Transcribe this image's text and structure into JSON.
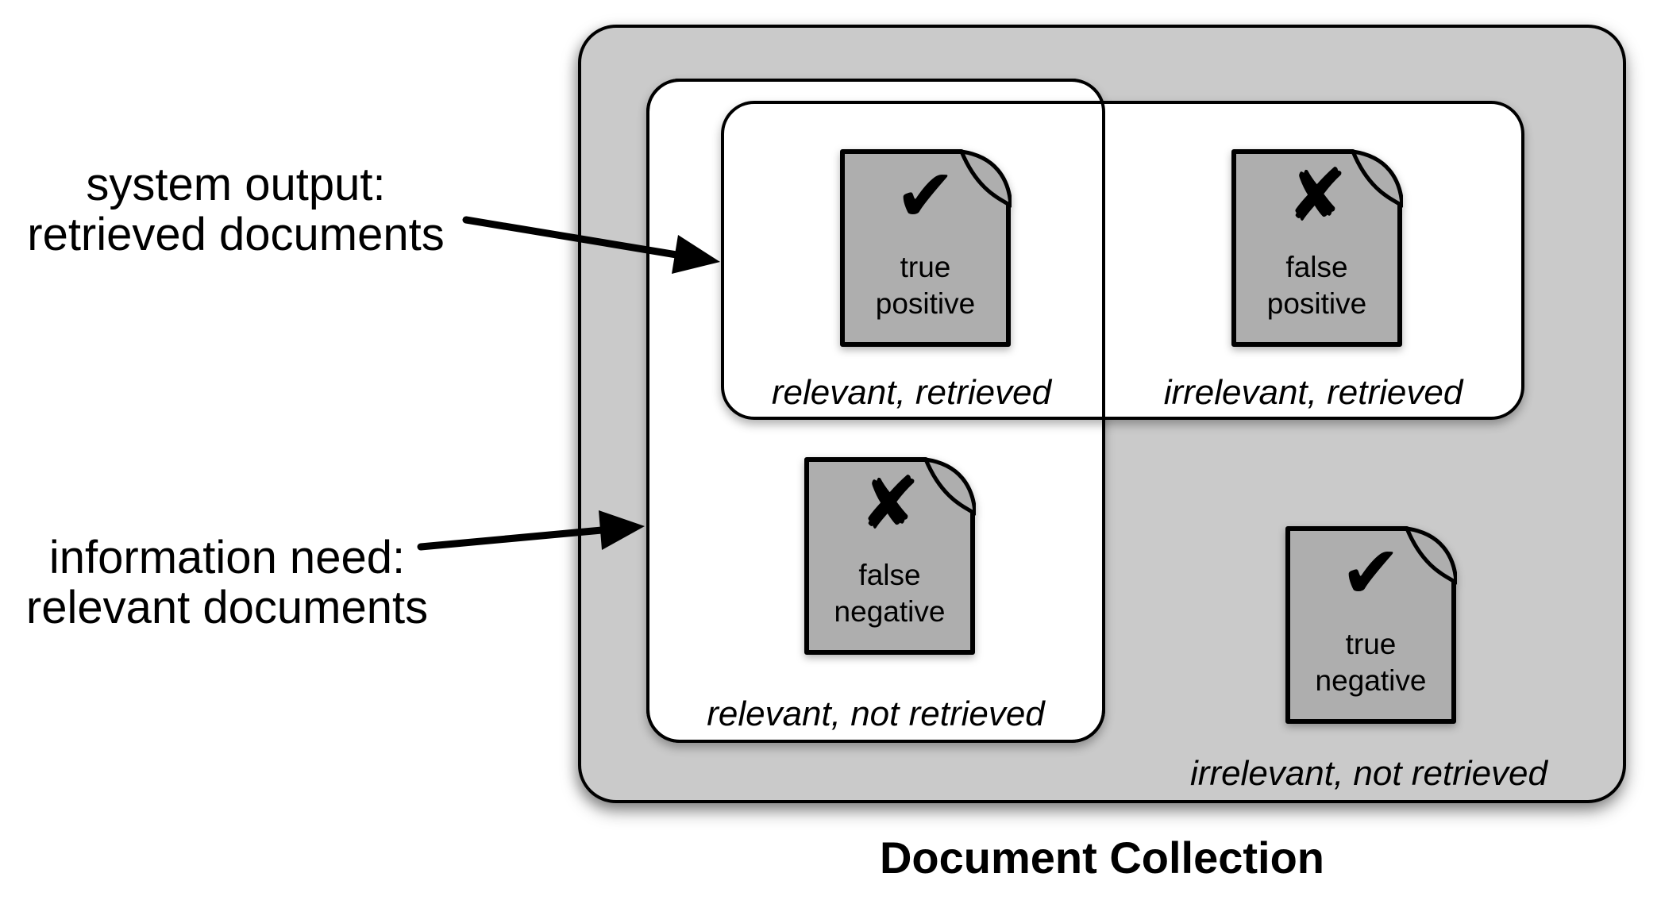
{
  "title": "Document Collection",
  "annotations": {
    "system_output": {
      "line1": "system output:",
      "line2": "retrieved documents"
    },
    "information_need": {
      "line1": "information need:",
      "line2": "relevant documents"
    }
  },
  "regions": {
    "relevant_retrieved": "relevant, retrieved",
    "irrelevant_retrieved": "irrelevant, retrieved",
    "relevant_not_retrieved": "relevant, not retrieved",
    "irrelevant_not_retrieved": "irrelevant, not retrieved"
  },
  "documents": [
    {
      "id": "true-positive",
      "mark": "check",
      "glyph": "✔",
      "line1": "true",
      "line2": "positive"
    },
    {
      "id": "false-positive",
      "mark": "cross",
      "glyph": "✘",
      "line1": "false",
      "line2": "positive"
    },
    {
      "id": "false-negative",
      "mark": "cross",
      "glyph": "✘",
      "line1": "false",
      "line2": "negative"
    },
    {
      "id": "true-negative",
      "mark": "check",
      "glyph": "✔",
      "line1": "true",
      "line2": "negative"
    }
  ],
  "colors": {
    "outline": "#000000",
    "collection_bg": "#cacaca",
    "document_fill": "#aeaeae",
    "region_bg": "#ffffff"
  }
}
